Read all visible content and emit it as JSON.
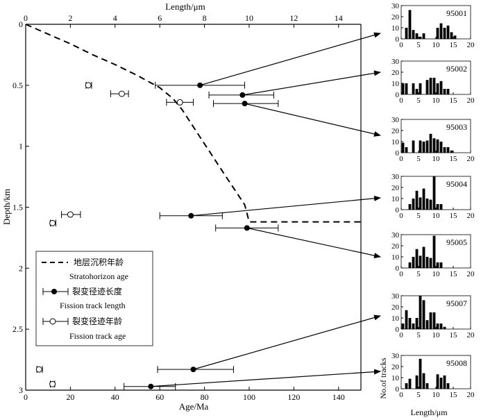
{
  "chart_data": [
    {
      "type": "scatter",
      "title": "",
      "xlabel_bottom": "Age/Ma",
      "xlabel_top": "Length/μm",
      "ylabel": "Depth/km",
      "x_bottom_ticks": [
        "0",
        "20",
        "40",
        "60",
        "80",
        "100",
        "120",
        "140"
      ],
      "x_top_ticks": [
        "0",
        "2",
        "4",
        "6",
        "8",
        "10",
        "12",
        "14"
      ],
      "y_ticks": [
        "0",
        "0.5",
        "1",
        "1.5",
        "2",
        "2.5",
        "3"
      ],
      "xlim_age": [
        0,
        150
      ],
      "xlim_length": [
        0,
        15
      ],
      "ylim_depth": [
        0,
        3
      ],
      "legend": {
        "position": "bottom-left",
        "items": [
          {
            "label_cn": "地层沉积年龄",
            "label_en": "Stratohorizon age",
            "style": "dashed-line"
          },
          {
            "label_cn": "裂变径迹长度",
            "label_en": "Fission track length",
            "style": "filled-circle-errorbar"
          },
          {
            "label_cn": "裂变径迹年龄",
            "label_en": "Fission track age",
            "style": "open-circle-errorbar"
          }
        ]
      },
      "stratohorizon_age_curve": {
        "age_ma": [
          0,
          10,
          20,
          30,
          40,
          50,
          60,
          66,
          70,
          80,
          90,
          98,
          100,
          110,
          120,
          130,
          140,
          150
        ],
        "depth_km": [
          0,
          0.08,
          0.16,
          0.25,
          0.33,
          0.42,
          0.52,
          0.61,
          0.7,
          0.98,
          1.26,
          1.48,
          1.62,
          1.62,
          1.62,
          1.62,
          1.62,
          1.62
        ]
      },
      "fission_track_length": [
        {
          "sample": "95001",
          "depth_km": 0.5,
          "length_um": 7.8,
          "err_low": 5.8,
          "err_high": 9.8
        },
        {
          "sample": "95002",
          "depth_km": 0.58,
          "length_um": 9.7,
          "err_low": 8.2,
          "err_high": 11.1
        },
        {
          "sample": "95003",
          "depth_km": 0.65,
          "length_um": 9.8,
          "err_low": 8.4,
          "err_high": 11.3
        },
        {
          "sample": "95004",
          "depth_km": 1.57,
          "length_um": 7.4,
          "err_low": 6.0,
          "err_high": 8.8
        },
        {
          "sample": "95005",
          "depth_km": 1.67,
          "length_um": 9.9,
          "err_low": 8.5,
          "err_high": 11.3
        },
        {
          "sample": "95007",
          "depth_km": 2.83,
          "length_um": 7.5,
          "err_low": 5.9,
          "err_high": 9.3
        },
        {
          "sample": "95008",
          "depth_km": 2.97,
          "length_um": 5.6,
          "err_low": 4.4,
          "err_high": 6.7
        }
      ],
      "fission_track_age": [
        {
          "depth_km": 0.5,
          "age_ma": 28,
          "err_low": 27,
          "err_high": 29.5
        },
        {
          "depth_km": 0.57,
          "age_ma": 43,
          "err_low": 38,
          "err_high": 46
        },
        {
          "depth_km": 0.64,
          "age_ma": 69,
          "err_low": 63,
          "err_high": 75
        },
        {
          "depth_km": 1.56,
          "age_ma": 20,
          "err_low": 16,
          "err_high": 24.5
        },
        {
          "depth_km": 1.63,
          "age_ma": 12,
          "err_low": 11,
          "err_high": 13.5
        },
        {
          "depth_km": 2.83,
          "age_ma": 6,
          "err_low": 5,
          "err_high": 7.5
        },
        {
          "depth_km": 2.95,
          "age_ma": 12,
          "err_low": 11,
          "err_high": 13
        }
      ]
    },
    {
      "type": "bar",
      "title": "95001",
      "x_ticks": [
        "0",
        "5",
        "10",
        "15",
        "20"
      ],
      "y_ticks": [
        "0",
        "10",
        "20",
        "30"
      ],
      "xlim": [
        0,
        20
      ],
      "ylim": [
        0,
        30
      ],
      "bins": [
        1,
        2,
        3,
        4,
        5,
        6,
        7,
        8,
        9,
        10,
        11,
        12,
        13,
        14,
        15,
        16,
        17,
        18,
        19,
        20
      ],
      "values": [
        0,
        10,
        26,
        8,
        5,
        2,
        5,
        0,
        0,
        0,
        10,
        14,
        10,
        12,
        6,
        3,
        0,
        0,
        0,
        0
      ]
    },
    {
      "type": "bar",
      "title": "95002",
      "x_ticks": [
        "0",
        "5",
        "10",
        "15",
        "20"
      ],
      "y_ticks": [
        "0",
        "10",
        "20",
        "30"
      ],
      "xlim": [
        0,
        20
      ],
      "ylim": [
        0,
        30
      ],
      "bins": [
        1,
        2,
        3,
        4,
        5,
        6,
        7,
        8,
        9,
        10,
        11,
        12,
        13,
        14,
        15,
        16,
        17,
        18,
        19,
        20
      ],
      "values": [
        10,
        10,
        0,
        10,
        5,
        10,
        0,
        13,
        15,
        15,
        10,
        12,
        5,
        5,
        0,
        0,
        0,
        0,
        0,
        0
      ]
    },
    {
      "type": "bar",
      "title": "95003",
      "x_ticks": [
        "0",
        "5",
        "10",
        "15",
        "20"
      ],
      "y_ticks": [
        "0",
        "10",
        "20",
        "30"
      ],
      "xlim": [
        0,
        20
      ],
      "ylim": [
        0,
        30
      ],
      "bins": [
        1,
        2,
        3,
        4,
        5,
        6,
        7,
        8,
        9,
        10,
        11,
        12,
        13,
        14,
        15,
        16,
        17,
        18,
        19,
        20
      ],
      "values": [
        9,
        5,
        0,
        11,
        0,
        11,
        10,
        11,
        17,
        13,
        12,
        10,
        5,
        5,
        2,
        0,
        0,
        0,
        0,
        0
      ]
    },
    {
      "type": "bar",
      "title": "95004",
      "x_ticks": [
        "0",
        "5",
        "10",
        "15",
        "20"
      ],
      "y_ticks": [
        "0",
        "10",
        "20",
        "30"
      ],
      "xlim": [
        0,
        20
      ],
      "ylim": [
        0,
        30
      ],
      "bins": [
        1,
        2,
        3,
        4,
        5,
        6,
        7,
        8,
        9,
        10,
        11,
        12,
        13,
        14,
        15,
        16,
        17,
        18,
        19,
        20
      ],
      "values": [
        0,
        0,
        5,
        10,
        17,
        11,
        19,
        10,
        9,
        30,
        5,
        5,
        0,
        0,
        0,
        0,
        0,
        0,
        0,
        0
      ]
    },
    {
      "type": "bar",
      "title": "95005",
      "x_ticks": [
        "0",
        "5",
        "10",
        "15",
        "20"
      ],
      "y_ticks": [
        "0",
        "10",
        "20",
        "30"
      ],
      "xlim": [
        0,
        20
      ],
      "ylim": [
        0,
        30
      ],
      "bins": [
        1,
        2,
        3,
        4,
        5,
        6,
        7,
        8,
        9,
        10,
        11,
        12,
        13,
        14,
        15,
        16,
        17,
        18,
        19,
        20
      ],
      "values": [
        0,
        0,
        5,
        10,
        17,
        11,
        19,
        10,
        9,
        29,
        5,
        5,
        0,
        0,
        0,
        0,
        0,
        0,
        0,
        0
      ]
    },
    {
      "type": "bar",
      "title": "95007",
      "x_ticks": [
        "0",
        "5",
        "10",
        "15",
        "20"
      ],
      "y_ticks": [
        "0",
        "10",
        "20",
        "30"
      ],
      "xlim": [
        0,
        20
      ],
      "ylim": [
        0,
        30
      ],
      "bins": [
        1,
        2,
        3,
        4,
        5,
        6,
        7,
        8,
        9,
        10,
        11,
        12,
        13,
        14,
        15,
        16,
        17,
        18,
        19,
        20
      ],
      "values": [
        5,
        17,
        10,
        5,
        10,
        30,
        26,
        8,
        15,
        15,
        5,
        5,
        2,
        0,
        0,
        0,
        0,
        0,
        0,
        0
      ]
    },
    {
      "type": "bar",
      "title": "95008",
      "x_ticks": [
        "0",
        "5",
        "10",
        "15",
        "20"
      ],
      "y_ticks": [
        "0",
        "10",
        "20",
        "30"
      ],
      "xlim": [
        0,
        20
      ],
      "ylim": [
        0,
        30
      ],
      "bins": [
        1,
        2,
        3,
        4,
        5,
        6,
        7,
        8,
        9,
        10,
        11,
        12,
        13,
        14,
        15,
        16,
        17,
        18,
        19,
        20
      ],
      "values": [
        0,
        5,
        9,
        0,
        12,
        27,
        14,
        5,
        0,
        0,
        13,
        10,
        12,
        5,
        0,
        0,
        0,
        0,
        0,
        0
      ]
    }
  ],
  "histogram_ylabel": "No.of tracks",
  "histogram_xlabel": "Length/μm"
}
